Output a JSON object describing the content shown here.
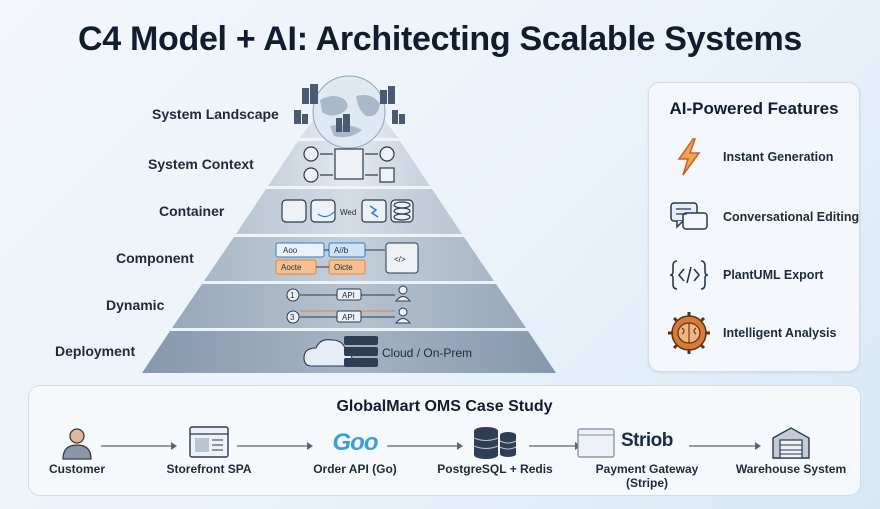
{
  "title": "C4 Model + AI: Architecting Scalable Systems",
  "layers": [
    {
      "label": "System Landscape"
    },
    {
      "label": "System Context"
    },
    {
      "label": "Container"
    },
    {
      "label": "Component"
    },
    {
      "label": "Dynamic"
    },
    {
      "label": "Deployment"
    }
  ],
  "pyramid": {
    "container_text": "Wed",
    "component_boxes": [
      "Aoo",
      "A//b",
      "Aocte",
      "Oicte"
    ],
    "component_code": "</>",
    "dynamic_steps": [
      "1",
      "3"
    ],
    "dynamic_api": [
      "API",
      "API"
    ],
    "deployment_text": "Cloud / On-Prem"
  },
  "features": {
    "title": "AI-Powered Features",
    "items": [
      {
        "label": "Instant Generation",
        "icon": "lightning-icon"
      },
      {
        "label": "Conversational Editing",
        "icon": "chat-icon"
      },
      {
        "label": "PlantUML Export",
        "icon": "code-icon"
      },
      {
        "label": "Intelligent Analysis",
        "icon": "brain-gear-icon"
      }
    ]
  },
  "case_study": {
    "title": "GlobalMart OMS Case Study",
    "go_logo": "Goo",
    "stripe_logo": "Striob",
    "nodes": [
      {
        "label": "Customer",
        "icon": "person-icon"
      },
      {
        "label": "Storefront SPA",
        "icon": "browser-icon"
      },
      {
        "label": "Order API (Go)",
        "icon": "go-logo-icon"
      },
      {
        "label": "PostgreSQL + Redis",
        "icon": "database-icon"
      },
      {
        "label": "Payment Gateway (Stripe)",
        "icon": "stripe-logo-icon"
      },
      {
        "label": "Warehouse System",
        "icon": "warehouse-icon"
      }
    ]
  },
  "colors": {
    "accent_blue": "#2f7fc8",
    "accent_orange": "#e8833a",
    "lightning": "#e8833a",
    "go_blue": "#3aa0d8",
    "stripe_navy": "#1b2a4a"
  }
}
